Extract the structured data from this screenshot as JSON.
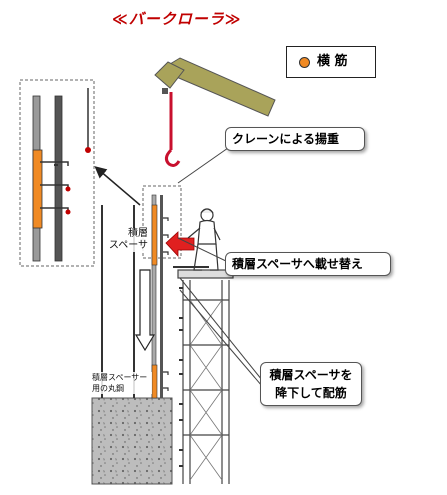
{
  "title": "≪バークローラ≫",
  "legend": {
    "label": "横 筋"
  },
  "callouts": {
    "crane": "クレーンによる揚重",
    "transfer": "積層スペーサへ載せ替え",
    "lower_line1": "積層スペーサを",
    "lower_line2": "降下して配筋"
  },
  "labels": {
    "spacer_line1": "積層",
    "spacer_line2": "スペーサ",
    "round_bar_line1": "積層スペーサー",
    "round_bar_line2": "用の丸鋼"
  },
  "colors": {
    "title": "#c00000",
    "rebar": "#f08a24",
    "crane_arm": "#a9a35a",
    "arrow": "#e02020"
  }
}
